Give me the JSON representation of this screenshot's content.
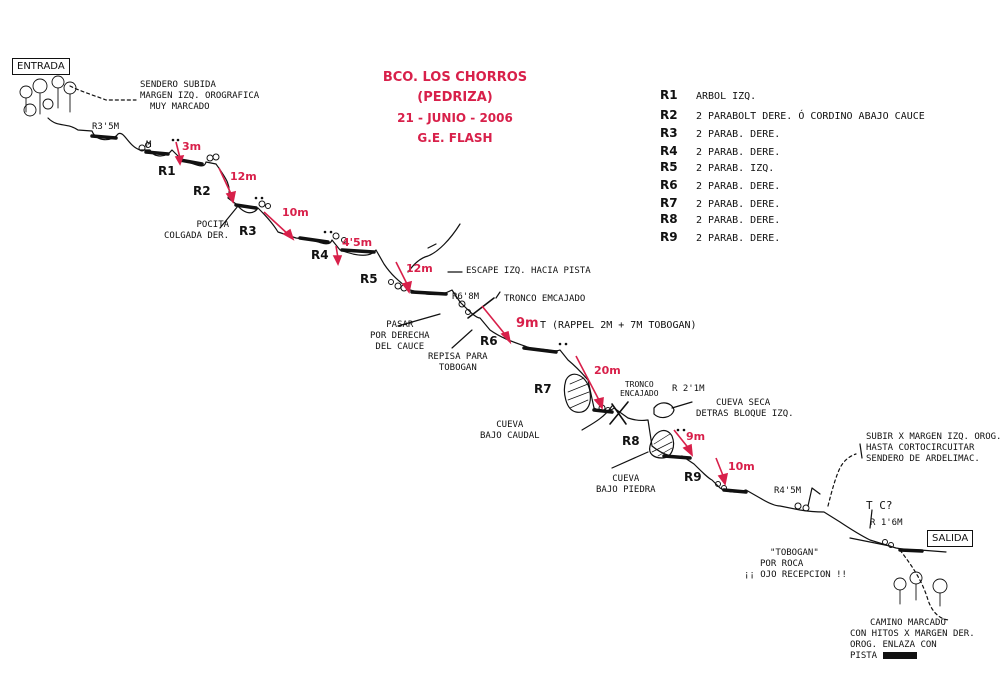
{
  "title": {
    "line1": "BCO. LOS CHORROS",
    "line2": "(PEDRIZA)",
    "line3": "21 - JUNIO - 2006",
    "line4": "G.E. FLASH"
  },
  "colors": {
    "accent": "#d8204a",
    "ink": "#111111"
  },
  "boxes": {
    "start": "ENTRADA",
    "end": "SALIDA"
  },
  "rappels": [
    {
      "label": "R1",
      "length": "3m"
    },
    {
      "label": "R2",
      "length": "12m"
    },
    {
      "label": "R3",
      "length": "10m"
    },
    {
      "label": "R4",
      "length": "4'5m"
    },
    {
      "label": "R5",
      "length": "12m"
    },
    {
      "label": "R6",
      "length": "9m"
    },
    {
      "label": "R7",
      "length": "20m"
    },
    {
      "label": "R8",
      "length": "9m"
    },
    {
      "label": "R9",
      "length": "10m"
    }
  ],
  "legend": [
    {
      "key": "R1",
      "text": "ARBOL IZQ."
    },
    {
      "key": "R2",
      "text": "2 PARABOLT DERE. Ó CORDINO ABAJO CAUCE"
    },
    {
      "key": "R3",
      "text": "2 PARAB. DERE."
    },
    {
      "key": "R4",
      "text": "2 PARAB. DERE."
    },
    {
      "key": "R5",
      "text": "2 PARAB. IZQ."
    },
    {
      "key": "R6",
      "text": "2 PARAB. DERE."
    },
    {
      "key": "R7",
      "text": "2 PARAB. DERE."
    },
    {
      "key": "R8",
      "text": "2 PARAB. DERE."
    },
    {
      "key": "R9",
      "text": "2 PARAB. DERE."
    }
  ],
  "notes": {
    "sendero": [
      "SENDERO SUBIDA",
      "MARGEN IZQ. OROGRAFICA",
      "MUY MARCADO"
    ],
    "r3_5": "r3'5m",
    "m_small": "m",
    "pocita": [
      "POCITA",
      "COLGADA DER."
    ],
    "escape": "ESCAPE IZQ. HACIA PISTA",
    "r6_8": "r6'8m",
    "tronco1": "TRONCO EMCAJADO",
    "pasar": [
      "PASAR",
      "POR DERECHA",
      "DEL CAUCE"
    ],
    "rappel_note": "t  (RAPPEL 2m + 7m TOBOGAN)",
    "repisa": [
      "REPISA PARA",
      "TOBOGAN"
    ],
    "tronco2": [
      "TRONCO",
      "ENCAJADO"
    ],
    "r2_1": "r 2'1m",
    "cueva_seca": [
      "CUEVA SECA",
      "DETRAS BLOQUE IZQ."
    ],
    "cueva1": [
      "CUEVA",
      "BAJO CAUDAL"
    ],
    "cueva2": [
      "CUEVA",
      "BAJO PIEDRA"
    ],
    "subir": [
      "SUBIR X MARGEN IZQ. OROG.",
      "HASTA CORTOCIRCUITAR",
      "SENDERO DE ARDELIMAC."
    ],
    "r4_5": "r4'5m",
    "tc": "t c?",
    "r1_6": "r 1'6m",
    "tobogan": [
      "\"TOBOGAN\"",
      "POR ROCA",
      "¡¡ OJO RECEPCION !!"
    ],
    "camino": [
      "CAMINO MARCADO",
      "CON HITOS X MARGEN DER.",
      "OROG.  ENLAZA CON",
      "PISTA"
    ]
  }
}
